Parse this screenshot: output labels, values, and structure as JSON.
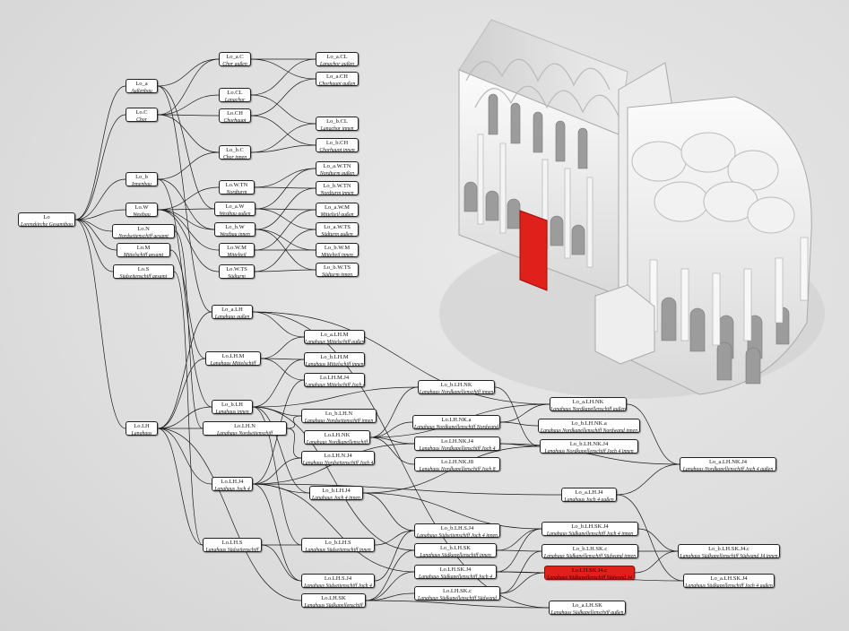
{
  "graph": {
    "nodes": [
      {
        "id": "root",
        "code": "Lo",
        "label": "Lorenzkirche Gesamtbau"
      },
      {
        "id": "lo_a",
        "code": "Lo_a",
        "label": "Außenbau"
      },
      {
        "id": "lo_c",
        "code": "Lo.C",
        "label": "Chor"
      },
      {
        "id": "lo_b",
        "code": "Lo_b",
        "label": "Innenbau"
      },
      {
        "id": "lo_w",
        "code": "Lo.W",
        "label": "Westbau"
      },
      {
        "id": "lo_n",
        "code": "Lo.N",
        "label": "Nordseitenschiff gesamt"
      },
      {
        "id": "lo_m",
        "code": "Lo.M",
        "label": "Mittelschiff gesamt"
      },
      {
        "id": "lo_s",
        "code": "Lo.S",
        "label": "Südseitenschiff gesamt"
      },
      {
        "id": "lo_a_c",
        "code": "Lo_a.C",
        "label": "Chor außen"
      },
      {
        "id": "lo_cl",
        "code": "Lo.CL",
        "label": "Langchor"
      },
      {
        "id": "lo_ch",
        "code": "Lo.CH",
        "label": "Chorhaupt"
      },
      {
        "id": "lo_b_c",
        "code": "Lo_b.C",
        "label": "Chor innen"
      },
      {
        "id": "lo_wtn",
        "code": "Lo.W.TN",
        "label": "Nordturm"
      },
      {
        "id": "lo_a_w",
        "code": "Lo_a.W",
        "label": "Westbau außen"
      },
      {
        "id": "lo_b_w",
        "code": "Lo_b.W",
        "label": "Westbau innen"
      },
      {
        "id": "lo_wm",
        "code": "Lo.W.M",
        "label": "Mittelteil"
      },
      {
        "id": "lo_wts",
        "code": "Lo.W.TS",
        "label": "Südturm"
      },
      {
        "id": "lo_a_cl",
        "code": "Lo_a.CL",
        "label": "Langchor außen"
      },
      {
        "id": "lo_a_ch",
        "code": "Lo_a.CH",
        "label": "Chorhaupt außen"
      },
      {
        "id": "lo_b_cl",
        "code": "Lo_b.CL",
        "label": "Langchor innen"
      },
      {
        "id": "lo_b_ch",
        "code": "Lo_b.CH",
        "label": "Chorhaupt innen"
      },
      {
        "id": "lo_a_wtn",
        "code": "Lo_a.W.TN",
        "label": "Nordturm außen"
      },
      {
        "id": "lo_b_wtn",
        "code": "Lo_b.W.TN",
        "label": "Nordturm innen"
      },
      {
        "id": "lo_a_wm",
        "code": "Lo_a.W.M",
        "label": "Mittelteil außen"
      },
      {
        "id": "lo_a_wts",
        "code": "Lo_a.W.TS",
        "label": "Südturm außen"
      },
      {
        "id": "lo_b_wm",
        "code": "Lo_b.W.M",
        "label": "Mittelteil innen"
      },
      {
        "id": "lo_b_wts",
        "code": "Lo_b.W.TS",
        "label": "Südturm innen"
      },
      {
        "id": "lo_a_lh",
        "code": "Lo_a.LH",
        "label": "Langhaus außen"
      },
      {
        "id": "lo_lh_m",
        "code": "Lo.LH.M",
        "label": "Langhaus Mittelschiff"
      },
      {
        "id": "lo_a_lh_m",
        "code": "Lo_a.LH.M",
        "label": "Langhaus Mittelschiff außen"
      },
      {
        "id": "lo_b_lh_m",
        "code": "Lo_b.LH.M",
        "label": "Langhaus Mittelschiff innen"
      },
      {
        "id": "lo_lh_m_j4",
        "code": "Lo.LH.M.J4",
        "label": "Langhaus Mittelschiff Joch 4"
      },
      {
        "id": "lo_b_lh_nk",
        "code": "Lo_b.LH.NK",
        "label": "Langhaus Nordkapellenschiff innen"
      },
      {
        "id": "lo_b_lh",
        "code": "Lo_b.LH",
        "label": "Langhaus innen"
      },
      {
        "id": "lo_b_lh_n",
        "code": "Lo_b.LH.N",
        "label": "Langhaus Nordseitenschiff innen"
      },
      {
        "id": "lo_lh_nk_a",
        "code": "Lo.LH.NK.a",
        "label": "Langhaus Nordkapellenschiff Nordwand"
      },
      {
        "id": "lo_a_lh_nk",
        "code": "Lo_a.LH.NK",
        "label": "Langhaus Nordkapellenschiff außen"
      },
      {
        "id": "lo_b_lh_nk_a",
        "code": "Lo_b.LH.NK.a",
        "label": "Langhaus Nordkapellenschiff Nordwand innen"
      },
      {
        "id": "lo_lh",
        "code": "Lo.LH",
        "label": "Langhaus"
      },
      {
        "id": "lo_lh_n",
        "code": "Lo.LH.N",
        "label": "Langhaus Nordseitenschiff"
      },
      {
        "id": "lo_lh_nk",
        "code": "Lo.LH.NK",
        "label": "Langhaus Nordkapellenschiff"
      },
      {
        "id": "lo_lh_nk_j4",
        "code": "Lo.LH.NK.J4",
        "label": "Langhaus Nordkapellenschiff Joch 4"
      },
      {
        "id": "lo_lh_n_j4",
        "code": "Lo.LH.N.J4",
        "label": "Langhaus Nordseitenschiff Joch 4"
      },
      {
        "id": "lo_lh_nk_j8",
        "code": "Lo.LH.NK.J8",
        "label": "Langhaus Nordkapellenschiff Joch 8"
      },
      {
        "id": "lo_b_lh_nk_j4",
        "code": "Lo_b.LH.NK.J4",
        "label": "Langhaus Nordkapellenschiff Joch 4 innen"
      },
      {
        "id": "lo_a_lh_nk_j4",
        "code": "Lo_a.LH.NK.J4",
        "label": "Langhaus Nordkapellenschiff Joch 4 außen"
      },
      {
        "id": "lo_lh_j4",
        "code": "Lo.LH.J4",
        "label": "Langhaus Joch 4"
      },
      {
        "id": "lo_b_lh_j4",
        "code": "Lo_b.LH.J4",
        "label": "Langhaus Joch 4 innen"
      },
      {
        "id": "lo_a_lh_j4",
        "code": "Lo_a.LH.J4",
        "label": "Langhaus Joch 4 außen"
      },
      {
        "id": "lo_b_lh_s_j4",
        "code": "Lo_b.LH.S.J4",
        "label": "Langhaus Südseitenschiff Joch 4 innen"
      },
      {
        "id": "lo_b_lh_sk_j4",
        "code": "Lo_b.LH.SK.J4",
        "label": "Langhaus Südkapellenschiff Joch 4 innen"
      },
      {
        "id": "lo_lh_s",
        "code": "Lo.LH.S",
        "label": "Langhaus Südseitenschiff"
      },
      {
        "id": "lo_b_lh_s",
        "code": "Lo_b.LH.S",
        "label": "Langhaus Südseitenschiff innen"
      },
      {
        "id": "lo_b_lh_sk",
        "code": "Lo_b.LH.SK",
        "label": "Langhaus Südkapellenschiff innen"
      },
      {
        "id": "lo_b_lh_sk_c",
        "code": "Lo_b.LH.SK.c",
        "label": "Langhaus Südkapellenschiff Südwand innen"
      },
      {
        "id": "lo_b_lh_sk_j4_c",
        "code": "Lo_b.LH.SK.J4.c",
        "label": "Langhaus Südkapellenschiff Südwand J4 innen"
      },
      {
        "id": "lo_lh_s_j4",
        "code": "Lo.LH.S.J4",
        "label": "Langhaus Südseitenschiff Joch 4"
      },
      {
        "id": "lo_lh_sk_j4",
        "code": "Lo.LH.SK.J4",
        "label": "Langhaus Südkapellenschiff Joch 4"
      },
      {
        "id": "lo_lh_sk_j4_c",
        "code": "Lo.LH.SK.J4.c",
        "label": "Langhaus Südkapellenschiff Südwand J4",
        "highlight": true
      },
      {
        "id": "lo_a_lh_sk_j4",
        "code": "Lo_a.LH.SK.J4",
        "label": "Langhaus Südkapellenschiff Joch 4 außen"
      },
      {
        "id": "lo_lh_sk",
        "code": "Lo.LH.SK",
        "label": "Langhaus Südkapellenschiff"
      },
      {
        "id": "lo_lh_sk_c",
        "code": "Lo.LH.SK.c",
        "label": "Langhaus Südkapellenschiff Südwand"
      },
      {
        "id": "lo_a_lh_sk",
        "code": "Lo_a.LH.SK",
        "label": "Langhaus Südkapellenschiff außen"
      }
    ],
    "edges": [
      [
        "root",
        "lo_a"
      ],
      [
        "root",
        "lo_c"
      ],
      [
        "root",
        "lo_b"
      ],
      [
        "root",
        "lo_w"
      ],
      [
        "root",
        "lo_n"
      ],
      [
        "root",
        "lo_m"
      ],
      [
        "root",
        "lo_s"
      ],
      [
        "root",
        "lo_lh"
      ],
      [
        "lo_a",
        "lo_a_c"
      ],
      [
        "lo_a",
        "lo_a_w"
      ],
      [
        "lo_a",
        "lo_a_lh"
      ],
      [
        "lo_c",
        "lo_a_c"
      ],
      [
        "lo_c",
        "lo_cl"
      ],
      [
        "lo_c",
        "lo_ch"
      ],
      [
        "lo_c",
        "lo_b_c"
      ],
      [
        "lo_b",
        "lo_b_c"
      ],
      [
        "lo_b",
        "lo_b_w"
      ],
      [
        "lo_b",
        "lo_b_lh"
      ],
      [
        "lo_w",
        "lo_wtn"
      ],
      [
        "lo_w",
        "lo_a_w"
      ],
      [
        "lo_w",
        "lo_b_w"
      ],
      [
        "lo_w",
        "lo_wm"
      ],
      [
        "lo_w",
        "lo_wts"
      ],
      [
        "lo_n",
        "lo_lh_n"
      ],
      [
        "lo_m",
        "lo_lh_m"
      ],
      [
        "lo_s",
        "lo_lh_s"
      ],
      [
        "lo_a_c",
        "lo_a_cl"
      ],
      [
        "lo_a_c",
        "lo_a_ch"
      ],
      [
        "lo_cl",
        "lo_a_cl"
      ],
      [
        "lo_cl",
        "lo_b_cl"
      ],
      [
        "lo_ch",
        "lo_a_ch"
      ],
      [
        "lo_ch",
        "lo_b_ch"
      ],
      [
        "lo_b_c",
        "lo_b_cl"
      ],
      [
        "lo_b_c",
        "lo_b_ch"
      ],
      [
        "lo_wtn",
        "lo_a_wtn"
      ],
      [
        "lo_wtn",
        "lo_b_wtn"
      ],
      [
        "lo_a_w",
        "lo_a_wtn"
      ],
      [
        "lo_a_w",
        "lo_a_wm"
      ],
      [
        "lo_a_w",
        "lo_a_wts"
      ],
      [
        "lo_b_w",
        "lo_b_wtn"
      ],
      [
        "lo_b_w",
        "lo_b_wm"
      ],
      [
        "lo_b_w",
        "lo_b_wts"
      ],
      [
        "lo_wm",
        "lo_a_wm"
      ],
      [
        "lo_wm",
        "lo_b_wm"
      ],
      [
        "lo_wts",
        "lo_a_wts"
      ],
      [
        "lo_wts",
        "lo_b_wts"
      ],
      [
        "lo_lh",
        "lo_a_lh"
      ],
      [
        "lo_lh",
        "lo_lh_m"
      ],
      [
        "lo_lh",
        "lo_b_lh"
      ],
      [
        "lo_lh",
        "lo_lh_n"
      ],
      [
        "lo_lh",
        "lo_lh_j4"
      ],
      [
        "lo_lh",
        "lo_lh_s"
      ],
      [
        "lo_lh",
        "lo_lh_sk"
      ],
      [
        "lo_a_lh",
        "lo_a_lh_m"
      ],
      [
        "lo_a_lh",
        "lo_a_lh_nk"
      ],
      [
        "lo_a_lh",
        "lo_a_lh_sk"
      ],
      [
        "lo_lh_m",
        "lo_a_lh_m"
      ],
      [
        "lo_lh_m",
        "lo_b_lh_m"
      ],
      [
        "lo_lh_m",
        "lo_lh_m_j4"
      ],
      [
        "lo_b_lh",
        "lo_b_lh_m"
      ],
      [
        "lo_b_lh",
        "lo_b_lh_n"
      ],
      [
        "lo_b_lh",
        "lo_b_lh_nk"
      ],
      [
        "lo_b_lh",
        "lo_b_lh_j4"
      ],
      [
        "lo_b_lh",
        "lo_b_lh_s"
      ],
      [
        "lo_b_lh",
        "lo_b_lh_sk"
      ],
      [
        "lo_lh_n",
        "lo_b_lh_n"
      ],
      [
        "lo_lh_n",
        "lo_lh_n_j4"
      ],
      [
        "lo_lh_nk",
        "lo_b_lh_nk"
      ],
      [
        "lo_lh_nk",
        "lo_a_lh_nk"
      ],
      [
        "lo_lh_nk",
        "lo_lh_nk_a"
      ],
      [
        "lo_lh_nk",
        "lo_lh_nk_j4"
      ],
      [
        "lo_lh_nk",
        "lo_lh_nk_j8"
      ],
      [
        "lo_b_lh_nk",
        "lo_b_lh_nk_j4"
      ],
      [
        "lo_lh_nk_a",
        "lo_b_lh_nk_a"
      ],
      [
        "lo_lh_nk_a",
        "lo_a_lh_nk"
      ],
      [
        "lo_lh_nk_j4",
        "lo_b_lh_nk_j4"
      ],
      [
        "lo_lh_nk_j4",
        "lo_a_lh_nk_j4"
      ],
      [
        "lo_a_lh_nk",
        "lo_a_lh_nk_j4"
      ],
      [
        "lo_lh_j4",
        "lo_lh_m_j4"
      ],
      [
        "lo_lh_j4",
        "lo_lh_n_j4"
      ],
      [
        "lo_lh_j4",
        "lo_lh_nk_j4"
      ],
      [
        "lo_lh_j4",
        "lo_b_lh_j4"
      ],
      [
        "lo_lh_j4",
        "lo_a_lh_j4"
      ],
      [
        "lo_lh_j4",
        "lo_lh_s_j4"
      ],
      [
        "lo_lh_j4",
        "lo_lh_sk_j4"
      ],
      [
        "lo_b_lh_j4",
        "lo_b_lh_nk_j4"
      ],
      [
        "lo_b_lh_j4",
        "lo_b_lh_s_j4"
      ],
      [
        "lo_b_lh_j4",
        "lo_b_lh_sk_j4"
      ],
      [
        "lo_a_lh_j4",
        "lo_a_lh_nk_j4"
      ],
      [
        "lo_a_lh_j4",
        "lo_a_lh_sk_j4"
      ],
      [
        "lo_lh_s",
        "lo_b_lh_s"
      ],
      [
        "lo_lh_s",
        "lo_lh_s_j4"
      ],
      [
        "lo_b_lh_s",
        "lo_b_lh_s_j4"
      ],
      [
        "lo_lh_s_j4",
        "lo_b_lh_s_j4"
      ],
      [
        "lo_lh_sk",
        "lo_b_lh_sk"
      ],
      [
        "lo_lh_sk",
        "lo_lh_sk_c"
      ],
      [
        "lo_lh_sk",
        "lo_a_lh_sk"
      ],
      [
        "lo_lh_sk",
        "lo_lh_sk_j4"
      ],
      [
        "lo_b_lh_sk",
        "lo_b_lh_sk_j4"
      ],
      [
        "lo_b_lh_sk",
        "lo_b_lh_sk_c"
      ],
      [
        "lo_lh_sk_c",
        "lo_b_lh_sk_c"
      ],
      [
        "lo_lh_sk_c",
        "lo_lh_sk_j4_c"
      ],
      [
        "lo_lh_sk_j4",
        "lo_b_lh_sk_j4"
      ],
      [
        "lo_lh_sk_j4",
        "lo_lh_sk_j4_c"
      ],
      [
        "lo_lh_sk_j4",
        "lo_a_lh_sk_j4"
      ],
      [
        "lo_lh_sk_j4_c",
        "lo_b_lh_sk_j4_c"
      ],
      [
        "lo_b_lh_sk_c",
        "lo_b_lh_sk_j4_c"
      ],
      [
        "lo_b_lh_sk_j4",
        "lo_b_lh_sk_j4_c"
      ]
    ]
  }
}
